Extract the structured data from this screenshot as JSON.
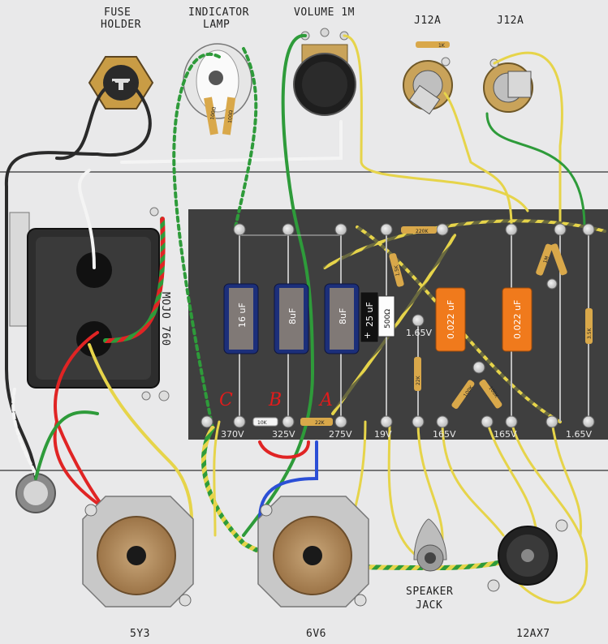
{
  "labels": {
    "fuse_holder_line1": "FUSE",
    "fuse_holder_line2": "HOLDER",
    "indicator_lamp_line1": "INDICATOR",
    "indicator_lamp_line2": "LAMP",
    "volume": "VOLUME 1M",
    "jack_left": "J12A",
    "jack_right": "J12A",
    "transformer": "MOJO 760",
    "speaker_jack_line1": "SPEAKER",
    "speaker_jack_line2": "JACK",
    "tube_rectifier": "5Y3",
    "tube_power": "6V6",
    "tube_preamp": "12AX7"
  },
  "voltages": [
    "370V",
    "325V",
    "275V",
    "19V",
    "165V",
    "165V",
    "1.65V"
  ],
  "mid_voltage": "1.65V",
  "test_points": [
    "C",
    "B",
    "A"
  ],
  "capacitors": [
    {
      "value": "16 uF"
    },
    {
      "value": "8uF"
    },
    {
      "value": "8uF"
    },
    {
      "value": "25 uF"
    },
    {
      "value": "0.022 uF"
    },
    {
      "value": "0.022 uF"
    }
  ],
  "resistors": {
    "r500": "500Ω",
    "r220k": "220K",
    "r1k_top": "1K",
    "r10k": "10K",
    "r22k": "22K",
    "r1_5k": "1.5K",
    "r100k_a": "100K",
    "r100k_b": "100K",
    "r22k_b": "22K",
    "r1m": "1M",
    "r3_5k": "3.5K",
    "r100_a": "100Ω",
    "r100_b": "100Ω"
  },
  "colors": {
    "wire_green": "#2e9b3a",
    "wire_yellow": "#e6d44a",
    "wire_red": "#e02424",
    "wire_black": "#2a2a2a",
    "wire_white": "#f4f4f4",
    "wire_blue": "#2b4fd6",
    "board": "#3f3f3f",
    "cap_blue": "#1c2f7a",
    "cap_orange": "#f07a1c",
    "marker_red": "#e31b1b"
  }
}
